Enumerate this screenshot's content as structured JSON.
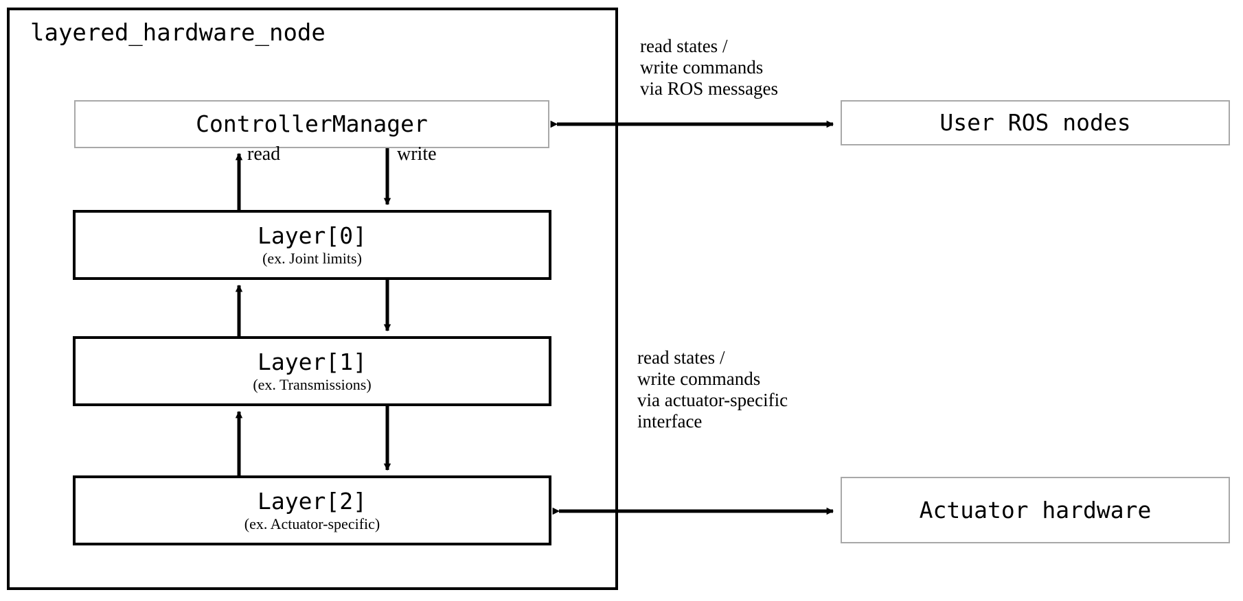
{
  "diagram": {
    "title": "layered_hardware_node",
    "node_container": {
      "label": "layered_hardware_node"
    },
    "boxes": {
      "controller_manager": {
        "label": "ControllerManager",
        "border_color": "#a8a8a8"
      },
      "layer0": {
        "label": "Layer[0]",
        "sub_label": "(ex. Joint limits)",
        "border_color": "#000000"
      },
      "layer1": {
        "label": "Layer[1]",
        "sub_label": "(ex. Transmissions)",
        "border_color": "#000000"
      },
      "layer2": {
        "label": "Layer[2]",
        "sub_label": "(ex. Actuator-specific)",
        "border_color": "#000000"
      },
      "user_ros_nodes": {
        "label": "User ROS nodes",
        "border_color": "#a8a8a8"
      },
      "actuator_hardware": {
        "label": "Actuator hardware",
        "border_color": "#a8a8a8"
      }
    },
    "edge_labels": {
      "read": "read",
      "write": "write",
      "ros_interface": "read states /\nwrite commands\nvia ROS messages",
      "actuator_interface": "read states /\nwrite commands\nvia actuator-specific\ninterface"
    },
    "colors": {
      "background": "#ffffff",
      "stroke": "#000000",
      "light_stroke": "#a8a8a8"
    }
  }
}
